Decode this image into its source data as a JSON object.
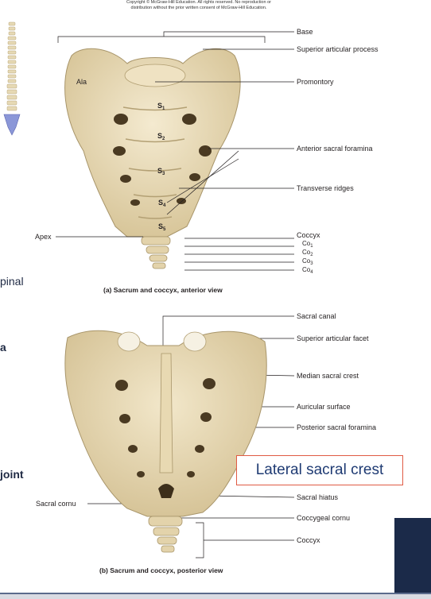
{
  "copyright": {
    "line1": "Copyright © McGraw-Hill Education. All rights reserved. No reproduction or",
    "line2": "distribution without the prior written consent of McGraw-Hill Education."
  },
  "anterior": {
    "labels": {
      "base": "Base",
      "superior_articular_process": "Superior articular process",
      "promontory": "Promontory",
      "ala": "Ala",
      "anterior_sacral_foramina": "Anterior sacral foramina",
      "transverse_ridges": "Transverse ridges",
      "apex": "Apex",
      "coccyx": "Coccyx",
      "co1": "Co",
      "co2": "Co",
      "co3": "Co",
      "co4": "Co",
      "co1_sub": "1",
      "co2_sub": "2",
      "co3_sub": "3",
      "co4_sub": "4",
      "s1": "S",
      "s2": "S",
      "s3": "S",
      "s4": "S",
      "s5": "S",
      "s1_sub": "1",
      "s2_sub": "2",
      "s3_sub": "3",
      "s4_sub": "4",
      "s5_sub": "5"
    },
    "caption": "(a) Sacrum and coccyx, anterior view"
  },
  "posterior": {
    "labels": {
      "sacral_canal": "Sacral canal",
      "superior_articular_facet": "Superior articular facet",
      "median_sacral_crest": "Median sacral crest",
      "auricular_surface": "Auricular surface",
      "posterior_sacral_foramina": "Posterior sacral foramina",
      "sacral_hiatus": "Sacral hiatus",
      "sacral_cornu": "Sacral cornu",
      "coccygeal_cornu": "Coccygeal cornu",
      "coccyx": "Coccyx"
    },
    "caption": "(b) Sacrum and coccyx, posterior view"
  },
  "callout": {
    "text": "Lateral sacral crest"
  },
  "slide_fragments": {
    "line1": "pinal",
    "line2": "a",
    "line3": "joint"
  },
  "colors": {
    "bone": "#eadcb6",
    "bone_dark": "#c9b78a",
    "accent": "#e05b44",
    "navy": "#1b2a49"
  }
}
